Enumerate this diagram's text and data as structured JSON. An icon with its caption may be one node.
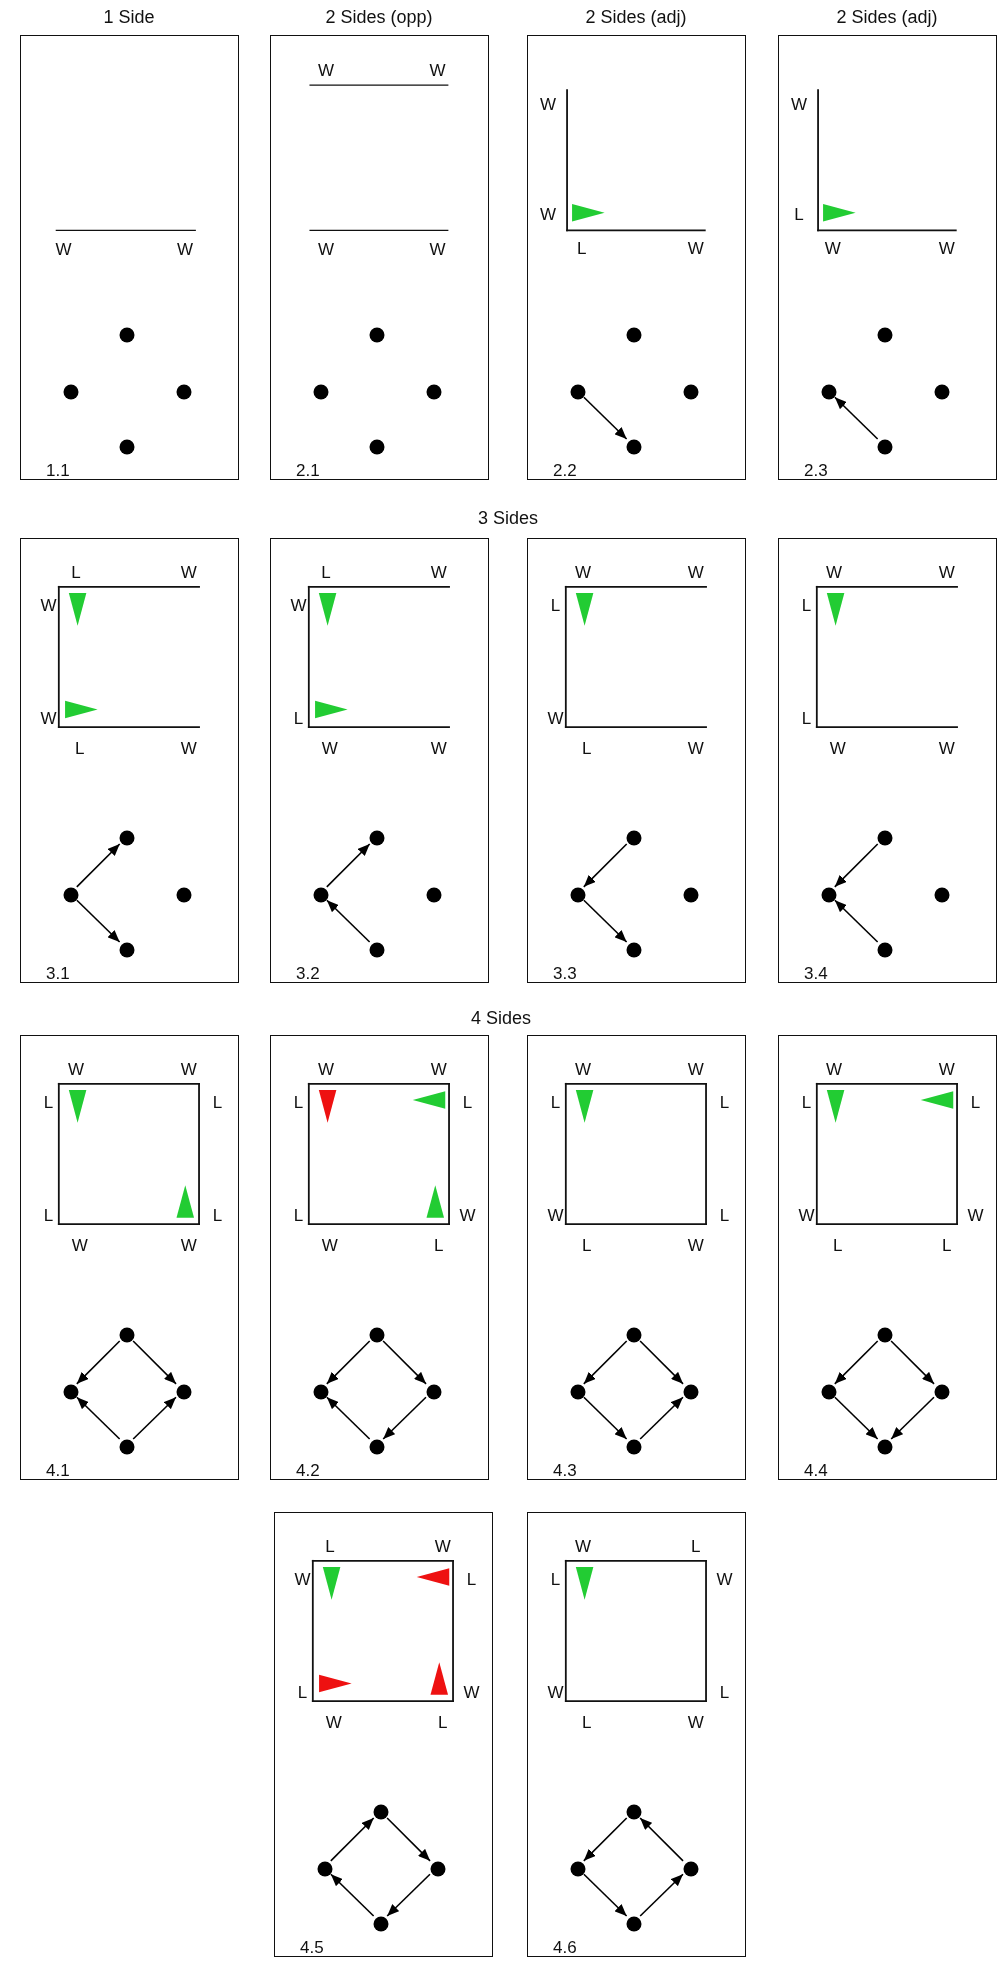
{
  "diagram": {
    "nodes": [
      {
        "text": [
          "W",
          "W",
          "1.1"
        ]
      },
      {
        "text": [],
        "shape": "circle",
        "in": 0
      },
      {
        "text": [],
        "shape": "circle",
        "in": 0
      },
      {
        "text": [],
        "shape": "circle",
        "in": 0
      },
      {
        "text": [],
        "shape": "circle",
        "in": 0
      },
      {
        "text": [
          "W",
          "W",
          "W",
          "W",
          "2.1"
        ]
      },
      {
        "text": [],
        "shape": "circle",
        "in": 5
      },
      {
        "text": [],
        "shape": "circle",
        "in": 5
      },
      {
        "text": [],
        "shape": "circle",
        "in": 5
      },
      {
        "text": [],
        "shape": "circle",
        "in": 5
      },
      {
        "text": [
          "W",
          "W",
          "L",
          "W",
          "2.2"
        ]
      },
      {
        "text": [],
        "shape": "circle",
        "in": 10
      },
      {
        "text": [],
        "shape": "circle",
        "in": 10
      },
      {
        "text": [],
        "shape": "circle",
        "in": 10
      },
      {
        "text": [],
        "shape": "circle",
        "in": 10
      },
      {
        "text": [
          "W",
          "L",
          "W",
          "W",
          "2.3"
        ]
      },
      {
        "text": [],
        "shape": "circle",
        "in": 15
      },
      {
        "text": [],
        "shape": "circle",
        "in": 15
      },
      {
        "text": [],
        "shape": "circle",
        "in": 15
      },
      {
        "text": [],
        "shape": "circle",
        "in": 15
      },
      {
        "text": [
          "L",
          "W",
          "W",
          "W",
          "L",
          "W",
          "3.1"
        ]
      },
      {
        "text": [],
        "shape": "circle",
        "in": 20
      },
      {
        "text": [],
        "shape": "circle",
        "in": 20
      },
      {
        "text": [],
        "shape": "circle",
        "in": 20
      },
      {
        "text": [],
        "shape": "circle",
        "in": 20
      },
      {
        "text": [
          "L",
          "W",
          "W",
          "L",
          "W",
          "W",
          "3.2"
        ]
      },
      {
        "text": [],
        "shape": "circle",
        "in": 25
      },
      {
        "text": [],
        "shape": "circle",
        "in": 25
      },
      {
        "text": [],
        "shape": "circle",
        "in": 25
      },
      {
        "text": [],
        "shape": "circle",
        "in": 25
      },
      {
        "text": [
          "W",
          "W",
          "L",
          "W",
          "L",
          "W",
          "3.3"
        ]
      },
      {
        "text": [],
        "shape": "circle",
        "in": 30
      },
      {
        "text": [],
        "shape": "circle",
        "in": 30
      },
      {
        "text": [],
        "shape": "circle",
        "in": 30
      },
      {
        "text": [],
        "shape": "circle",
        "in": 30
      },
      {
        "text": [
          "W",
          "W",
          "L",
          "L",
          "W",
          "W",
          "3.4"
        ]
      },
      {
        "text": [],
        "shape": "circle",
        "in": 35
      },
      {
        "text": [],
        "shape": "circle",
        "in": 35
      },
      {
        "text": [],
        "shape": "circle",
        "in": 35
      },
      {
        "text": [],
        "shape": "circle",
        "in": 35
      },
      {
        "text": [
          "W",
          "W",
          "L",
          "L",
          "L",
          "L",
          "W",
          "W",
          "4.1"
        ]
      },
      {
        "text": [],
        "shape": "circle",
        "in": 40
      },
      {
        "text": [],
        "shape": "circle",
        "in": 40
      },
      {
        "text": [],
        "shape": "circle",
        "in": 40
      },
      {
        "text": [],
        "shape": "circle",
        "in": 40
      },
      {
        "text": [
          "W",
          "W",
          "L",
          "L",
          "L",
          "W",
          "W",
          "L",
          "4.2"
        ]
      },
      {
        "text": [],
        "shape": "circle",
        "in": 45
      },
      {
        "text": [],
        "shape": "circle",
        "in": 45
      },
      {
        "text": [],
        "shape": "circle",
        "in": 45
      },
      {
        "text": [],
        "shape": "circle",
        "in": 45
      },
      {
        "text": [
          "W",
          "W",
          "L",
          "L",
          "W",
          "L",
          "L",
          "W",
          "4.3"
        ]
      },
      {
        "text": [],
        "shape": "circle",
        "in": 50
      },
      {
        "text": [],
        "shape": "circle",
        "in": 50
      },
      {
        "text": [],
        "shape": "circle",
        "in": 50
      },
      {
        "text": [],
        "shape": "circle",
        "in": 50
      },
      {
        "text": [
          "W",
          "W",
          "L",
          "L",
          "W",
          "W",
          "L",
          "L",
          "4.4"
        ]
      },
      {
        "text": [],
        "shape": "circle",
        "in": 55
      },
      {
        "text": [],
        "shape": "circle",
        "in": 55
      },
      {
        "text": [],
        "shape": "circle",
        "in": 55
      },
      {
        "text": [],
        "shape": "circle",
        "in": 55
      },
      {
        "text": [
          "L",
          "W",
          "W",
          "L",
          "L",
          "W",
          "W",
          "L",
          "4.5"
        ]
      },
      {
        "text": [],
        "shape": "circle",
        "in": 60
      },
      {
        "text": [],
        "shape": "circle",
        "in": 60
      },
      {
        "text": [],
        "shape": "circle",
        "in": 60
      },
      {
        "text": [],
        "shape": "circle",
        "in": 60
      },
      {
        "text": [
          "W",
          "L",
          "L",
          "W",
          "W",
          "L",
          "L",
          "W",
          "4.6"
        ]
      },
      {
        "text": [],
        "shape": "circle",
        "in": 65
      },
      {
        "text": [],
        "shape": "circle",
        "in": 65
      },
      {
        "text": [],
        "shape": "circle",
        "in": 65
      },
      {
        "text": [],
        "shape": "circle",
        "in": 65
      }
    ],
    "edges": [
      {
        "from": 12,
        "to": 14,
        "arrow": "to"
      },
      {
        "from": 19,
        "to": 17,
        "arrow": "to"
      },
      {
        "from": 22,
        "to": 21,
        "arrow": "to"
      },
      {
        "from": 22,
        "to": 24,
        "arrow": "to"
      },
      {
        "from": 27,
        "to": 26,
        "arrow": "to"
      },
      {
        "from": 29,
        "to": 27,
        "arrow": "to"
      },
      {
        "from": 31,
        "to": 32,
        "arrow": "to"
      },
      {
        "from": 32,
        "to": 34,
        "arrow": "to"
      },
      {
        "from": 36,
        "to": 37,
        "arrow": "to"
      },
      {
        "from": 39,
        "to": 37,
        "arrow": "to"
      },
      {
        "from": 41,
        "to": 42,
        "arrow": "to"
      },
      {
        "from": 41,
        "to": 43,
        "arrow": "to"
      },
      {
        "from": 44,
        "to": 42,
        "arrow": "to"
      },
      {
        "from": 44,
        "to": 43,
        "arrow": "to"
      },
      {
        "from": 46,
        "to": 47,
        "arrow": "to"
      },
      {
        "from": 46,
        "to": 48,
        "arrow": "to"
      },
      {
        "from": 49,
        "to": 47,
        "arrow": "to"
      },
      {
        "from": 48,
        "to": 49,
        "arrow": "to"
      },
      {
        "from": 51,
        "to": 52,
        "arrow": "to"
      },
      {
        "from": 51,
        "to": 53,
        "arrow": "to"
      },
      {
        "from": 52,
        "to": 54,
        "arrow": "to"
      },
      {
        "from": 54,
        "to": 53,
        "arrow": "to"
      },
      {
        "from": 56,
        "to": 57,
        "arrow": "to"
      },
      {
        "from": 56,
        "to": 58,
        "arrow": "to"
      },
      {
        "from": 57,
        "to": 59,
        "arrow": "to"
      },
      {
        "from": 58,
        "to": 59,
        "arrow": "to"
      },
      {
        "from": 62,
        "to": 61,
        "arrow": "to"
      },
      {
        "from": 61,
        "to": 63,
        "arrow": "to"
      },
      {
        "from": 63,
        "to": 64,
        "arrow": "to"
      },
      {
        "from": 64,
        "to": 62,
        "arrow": "to"
      },
      {
        "from": 66,
        "to": 67,
        "arrow": "to"
      },
      {
        "from": 68,
        "to": 66,
        "arrow": "to"
      },
      {
        "from": 67,
        "to": 69,
        "arrow": "to"
      },
      {
        "from": 69,
        "to": 68,
        "arrow": "to"
      }
    ],
    "labels": [
      "1 Side",
      "2 Sides (opp)",
      "2 Sides (adj)",
      "2 Sides (adj)",
      "3 Sides",
      "4 Sides"
    ]
  }
}
